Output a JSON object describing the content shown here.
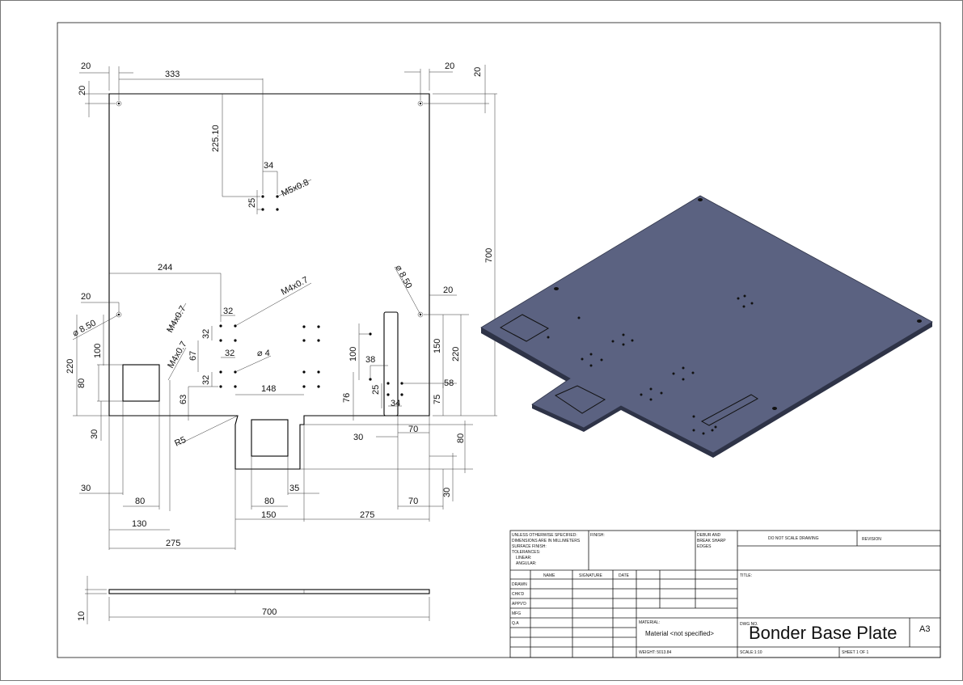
{
  "drawing": {
    "dimensions": {
      "top_left_x": "20",
      "top_width": "333",
      "top_right_x": "20",
      "top_right_y": "20",
      "top_left_y": "20",
      "center_depth": "225.10",
      "m5_spacing": "34",
      "m5_pitch_v": "25",
      "m5_thread": "M5x0.8",
      "height_total": "700",
      "left_offset": "244",
      "hole_left_x": "20",
      "hole_dia_left": "⌀ 8.50",
      "m4_a": "M4x0.7",
      "m4_b": "M4x0.7",
      "m4_c": "M4x0.7",
      "s32a": "32",
      "s32b": "32",
      "s32c": "32",
      "s32d": "32",
      "d67": "67",
      "d4": "⌀ 4",
      "d148": "148",
      "d63": "63",
      "d100_left": "100",
      "d80_left": "80",
      "d220_left": "220",
      "d30_left": "30",
      "r5": "R5",
      "hole_dia_right": "⌀ 8.50",
      "hole_right_x": "20",
      "d150": "150",
      "d220_right": "220",
      "d100_mid": "100",
      "d38": "38",
      "d25_mid": "25",
      "d34_mid": "34",
      "d58": "58",
      "d75": "75",
      "d76": "76",
      "d30_mid": "30",
      "d70_a": "70",
      "d80_right": "80",
      "d30_bottom_left": "30",
      "d80_bottom": "80",
      "d130": "130",
      "d275_left": "275",
      "d80_tab": "80",
      "d35": "35",
      "d150_bottom": "150",
      "d275_right": "275",
      "d70_b": "70",
      "d30_right": "30",
      "side_thickness": "10",
      "side_length": "700"
    }
  },
  "title_block": {
    "tolerance_note": [
      "UNLESS OTHERWISE SPECIFIED:",
      "DIMENSIONS ARE IN MILLIMETERS",
      "SURFACE FINISH:",
      "TOLERANCES:",
      "LINEAR:",
      "ANGULAR:"
    ],
    "finish_label": "FINISH:",
    "deburr_note": [
      "DEBUR AND",
      "BREAK SHARP",
      "EDGES"
    ],
    "do_not_scale": "DO NOT SCALE DRAWING",
    "revision_label": "REVISION",
    "col_name": "NAME",
    "col_signature": "SIGNATURE",
    "col_date": "DATE",
    "rows": [
      "DRAWN",
      "CHK'D",
      "APPV'D",
      "MFG",
      "Q.A"
    ],
    "title_label": "TITLE:",
    "material_label": "MATERIAL:",
    "material_value": "Material <not specified>",
    "dwg_label": "DWG NO.",
    "drawing_title": "Bonder Base Plate",
    "sheet_size": "A3",
    "weight": "WEIGHT: 5013.84",
    "scale": "SCALE:1:10",
    "sheet": "SHEET 1 OF 1"
  },
  "colors": {
    "plate_top": "#5b6281",
    "plate_edge": "#2e3347",
    "line": "#111111"
  }
}
